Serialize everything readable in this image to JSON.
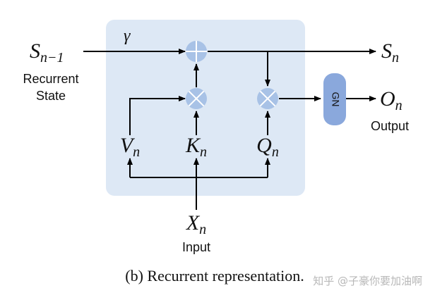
{
  "colors": {
    "panel": "#dde8f5",
    "node": "#a8c2e6",
    "gn_box": "#8aa8dc",
    "line": "#000000"
  },
  "input_state": {
    "symbol": "S",
    "sub": "n−1",
    "label_line1": "Recurrent",
    "label_line2": "State"
  },
  "decay": {
    "symbol": "γ"
  },
  "output_state": {
    "symbol": "S",
    "sub": "n"
  },
  "output": {
    "symbol": "O",
    "sub": "n",
    "label": "Output"
  },
  "vars": {
    "v": {
      "symbol": "V",
      "sub": "n"
    },
    "k": {
      "symbol": "K",
      "sub": "n"
    },
    "q": {
      "symbol": "Q",
      "sub": "n"
    },
    "x": {
      "symbol": "X",
      "sub": "n",
      "label": "Input"
    }
  },
  "gn": {
    "text": "GN"
  },
  "nodes": {
    "add_icon": "plus-circle-icon",
    "mul_icon": "cross-circle-icon"
  },
  "caption": "(b) Recurrent representation.",
  "watermark": "知乎 @子豪你要加油啊"
}
